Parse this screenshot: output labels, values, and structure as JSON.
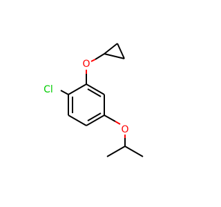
{
  "molecule": {
    "atoms": {
      "chlorine": {
        "label": "Cl"
      },
      "oxygen_cyclopropyl": {
        "label": "O"
      },
      "oxygen_isopropyl": {
        "label": "O"
      }
    }
  },
  "colors": {
    "bond": "#000000",
    "oxygen": "#ff0000",
    "chlorine": "#00cc00",
    "background": "#ffffff"
  }
}
